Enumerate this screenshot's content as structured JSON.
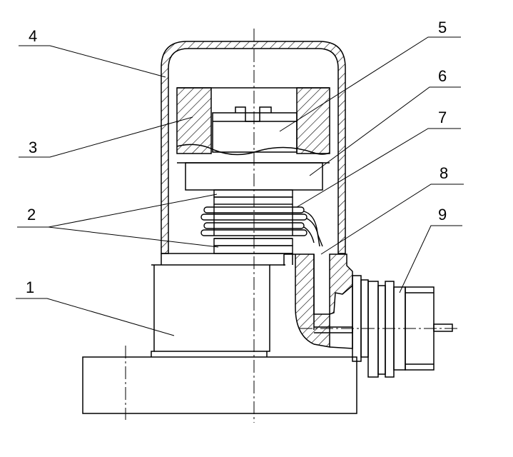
{
  "figure": {
    "type": "technical-cross-section",
    "line_color": "#000000",
    "background": "#ffffff"
  },
  "callouts": [
    {
      "id": "c1",
      "text": "1"
    },
    {
      "id": "c2",
      "text": "2"
    },
    {
      "id": "c3",
      "text": "3"
    },
    {
      "id": "c4",
      "text": "4"
    },
    {
      "id": "c5",
      "text": "5"
    },
    {
      "id": "c6",
      "text": "6"
    },
    {
      "id": "c7",
      "text": "7"
    },
    {
      "id": "c8",
      "text": "8"
    },
    {
      "id": "c9",
      "text": "9"
    }
  ]
}
